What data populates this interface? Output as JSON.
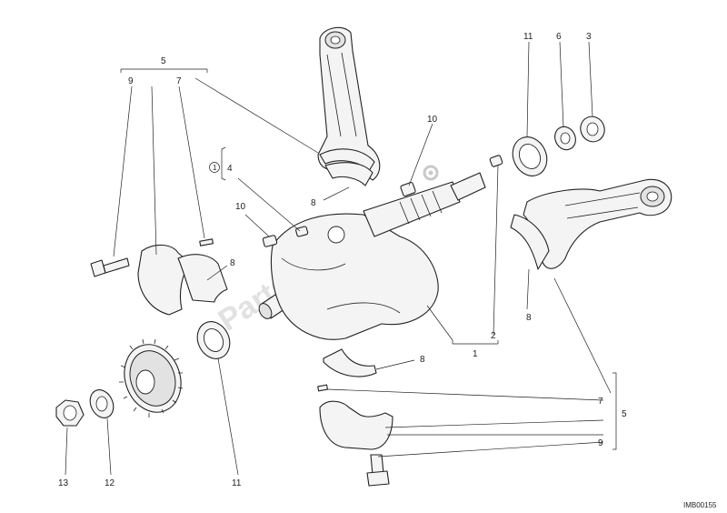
{
  "diagram": {
    "drawing_code": "IMB00155",
    "watermark": "PartsRepublik",
    "callouts": [
      {
        "id": "c5-top",
        "text": "5"
      },
      {
        "id": "c9-left",
        "text": "9"
      },
      {
        "id": "c7-left",
        "text": "7"
      },
      {
        "id": "c4",
        "text": "4"
      },
      {
        "id": "c4-note",
        "text": "1"
      },
      {
        "id": "c10-left",
        "text": "10"
      },
      {
        "id": "c8-left",
        "text": "8"
      },
      {
        "id": "c8-rod",
        "text": "8"
      },
      {
        "id": "c10-mid",
        "text": "10"
      },
      {
        "id": "c11-top",
        "text": "11"
      },
      {
        "id": "c6",
        "text": "6"
      },
      {
        "id": "c3",
        "text": "3"
      },
      {
        "id": "c8-right",
        "text": "8"
      },
      {
        "id": "c2",
        "text": "2"
      },
      {
        "id": "c1",
        "text": "1"
      },
      {
        "id": "c8-bottom",
        "text": "8"
      },
      {
        "id": "c7-right",
        "text": "7"
      },
      {
        "id": "c5-right",
        "text": "5"
      },
      {
        "id": "c9-right",
        "text": "9"
      },
      {
        "id": "c13",
        "text": "13"
      },
      {
        "id": "c12",
        "text": "12"
      },
      {
        "id": "c11-bottom",
        "text": "11"
      }
    ]
  }
}
